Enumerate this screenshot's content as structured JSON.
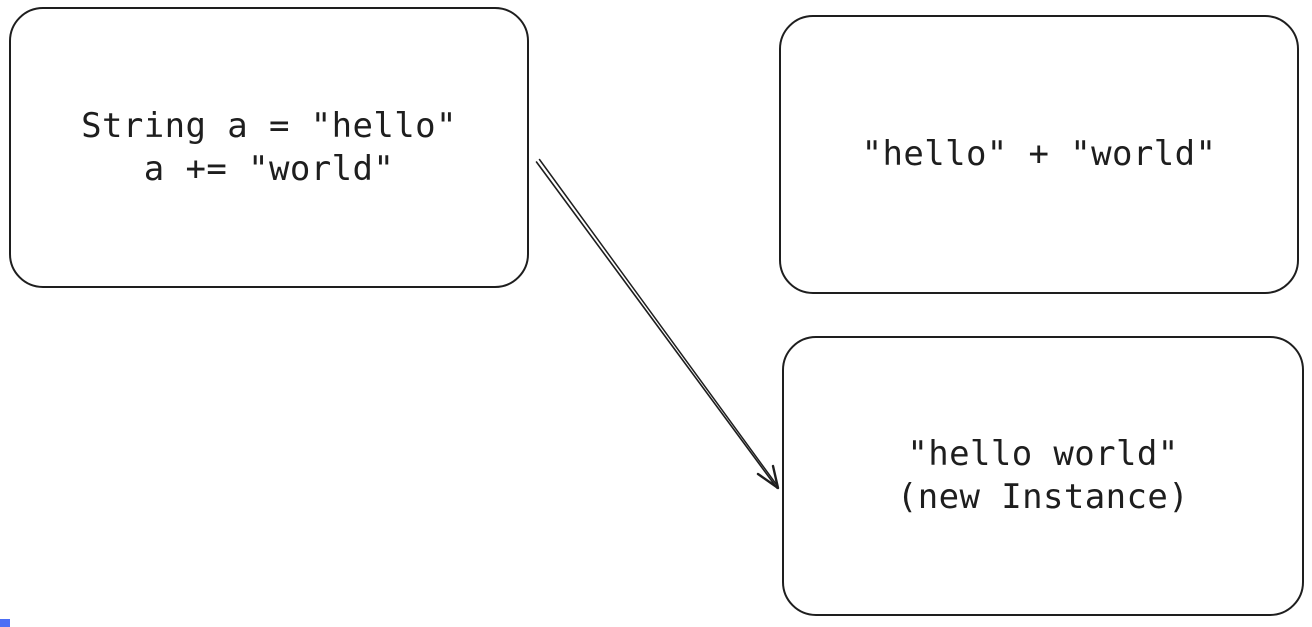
{
  "canvas": {
    "background": "#ffffff",
    "stroke_color": "#1e1e1e",
    "text_color": "#1e1e1e",
    "accent_blue": "#4c6ef5"
  },
  "boxes": {
    "code": {
      "line1": "String a = \"hello\"",
      "line2": "a += \"world\""
    },
    "concat": {
      "line1": "\"hello\" + \"world\""
    },
    "result": {
      "line1": "\"hello world\"",
      "line2": "(new Instance)"
    }
  },
  "arrow": {
    "from": "code-box",
    "to": "result-box"
  }
}
